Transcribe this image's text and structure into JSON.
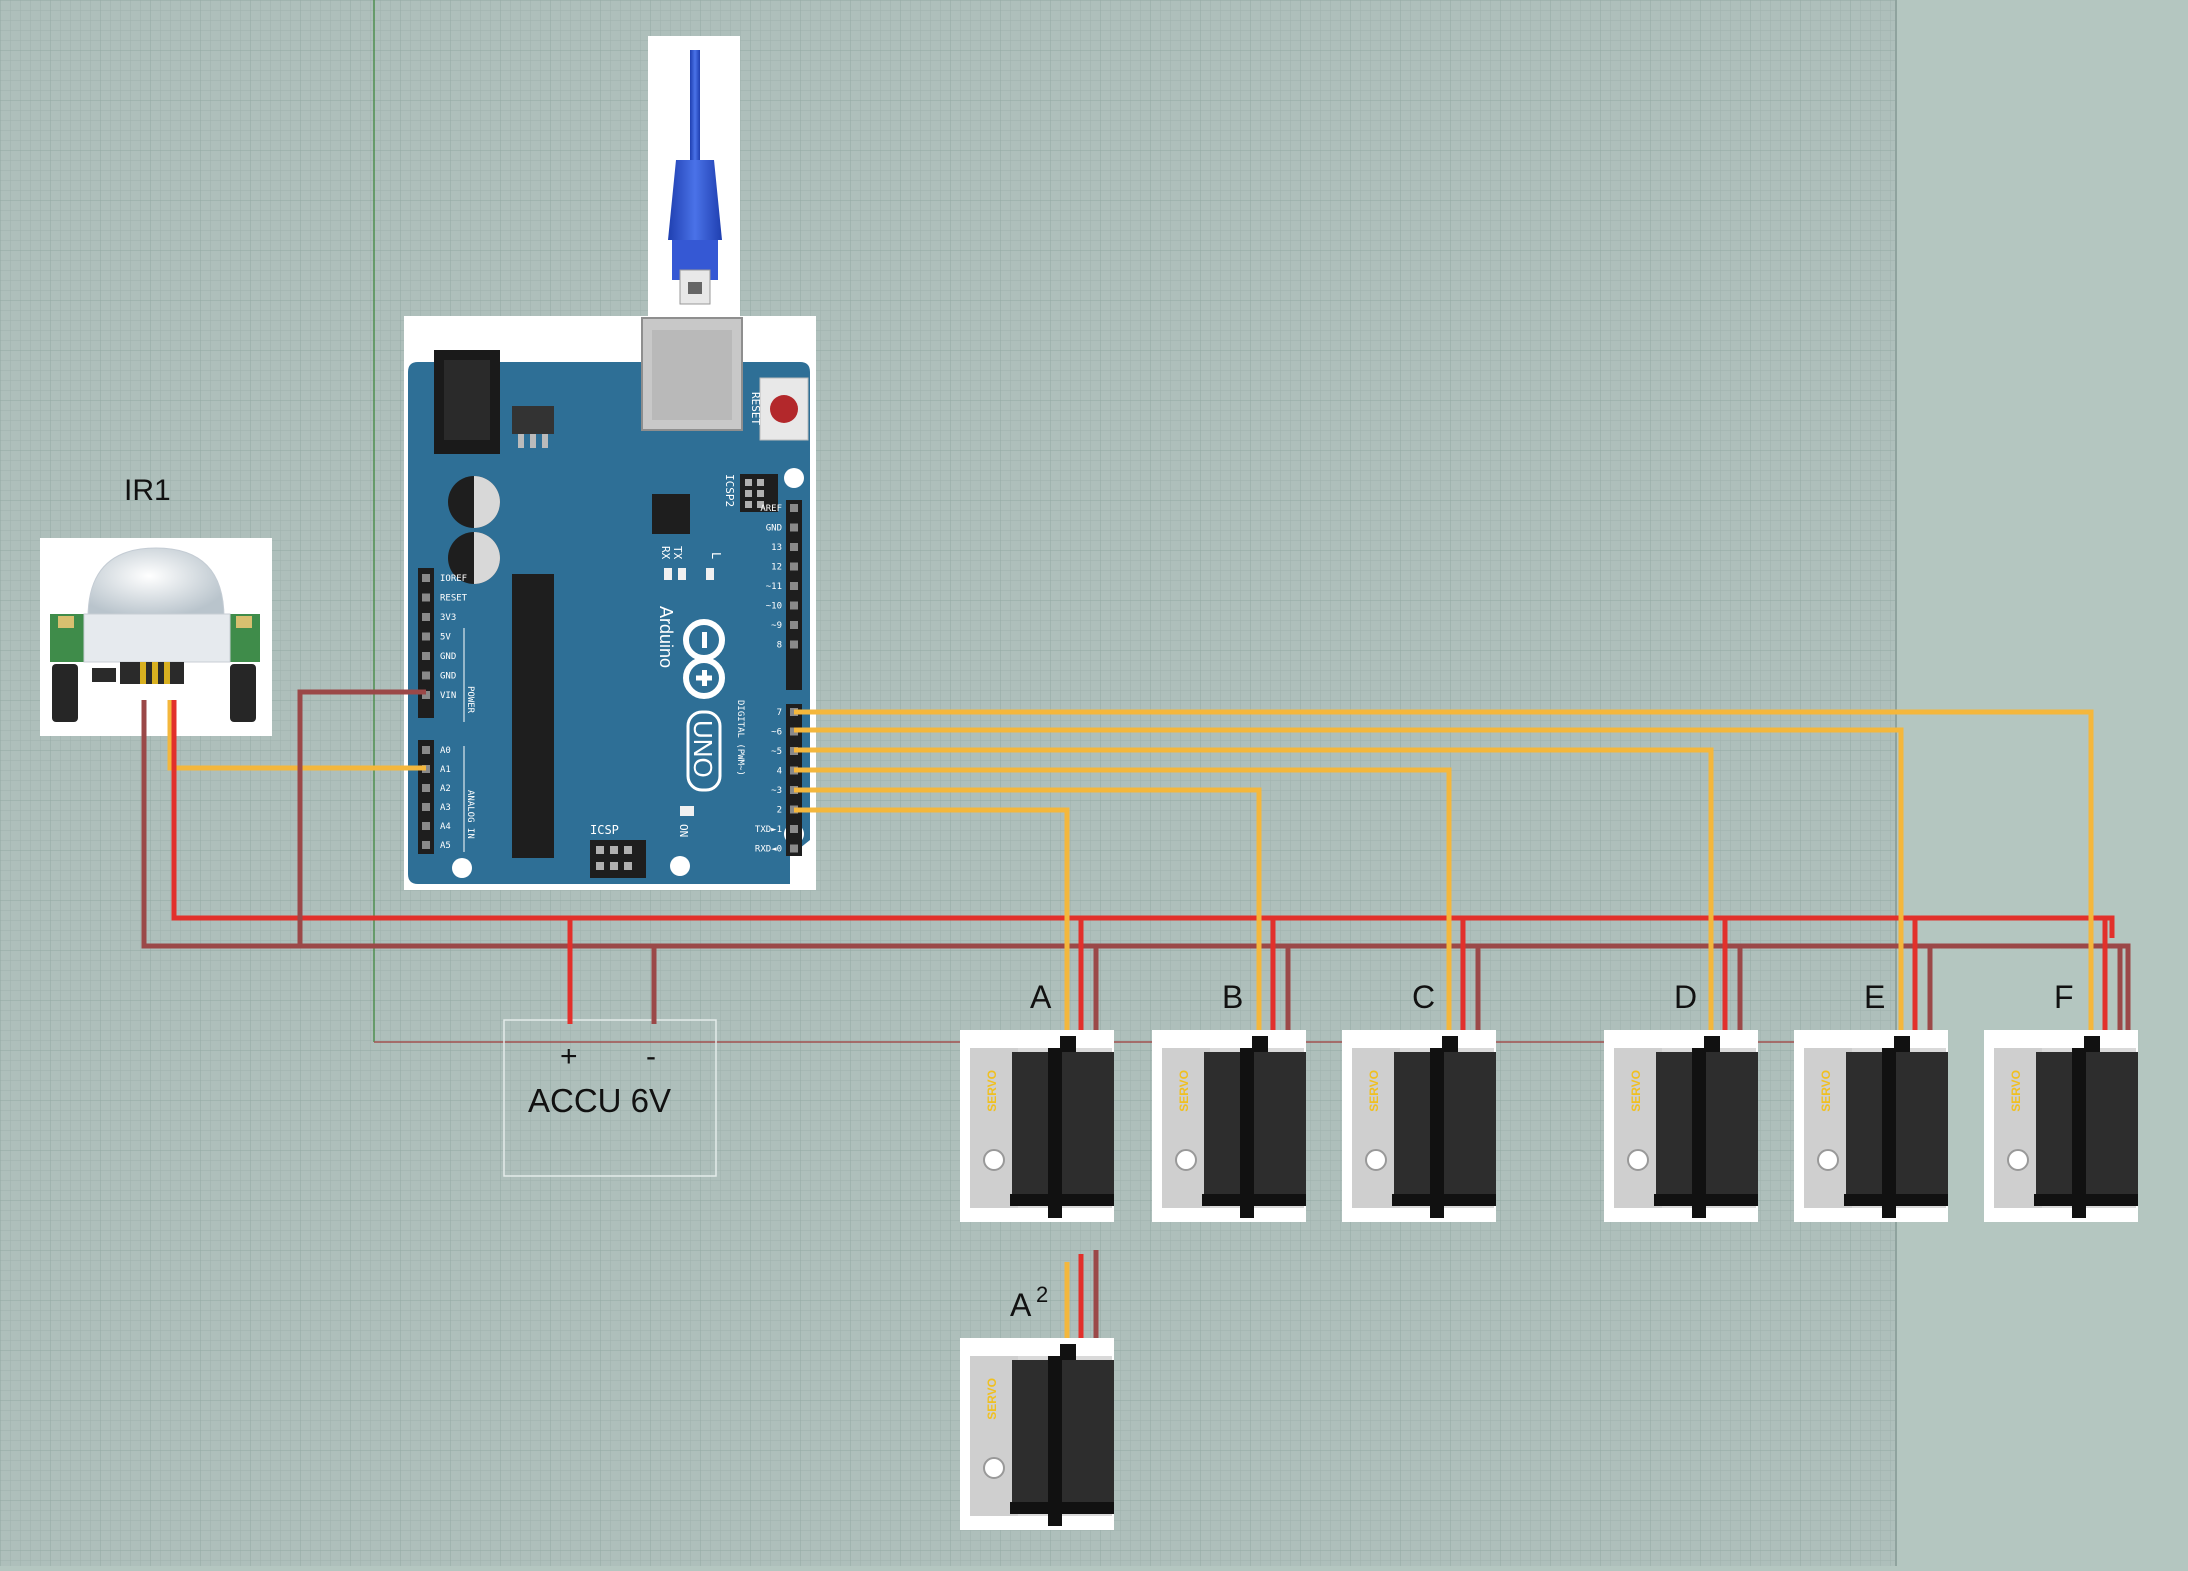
{
  "colors": {
    "canvas": "#aebfbb",
    "offcanvas": "#b4c6c0",
    "grid": "#9bb0ab",
    "board": "#2e6f96",
    "signal": "#f4b73c",
    "vcc": "#e2302b",
    "gnd": "#9b4848",
    "servo_body": "#2d2d2d",
    "servo_text": "#f0c020"
  },
  "sensor": {
    "label": "IR1"
  },
  "battery": {
    "plus": "+",
    "minus": "-",
    "label": "ACCU 6V"
  },
  "arduino": {
    "brand": "Arduino",
    "model": "UNO",
    "reset": "RESET",
    "icsp2": "ICSP2",
    "icsp": "ICSP",
    "tx": "TX",
    "rx": "RX",
    "l": "L",
    "on": "ON",
    "power": "POWER",
    "analog": "ANALOG IN",
    "digital": "DIGITAL (PWM~)",
    "power_pins": [
      "IOREF",
      "RESET",
      "3V3",
      "5V",
      "GND",
      "GND",
      "VIN"
    ],
    "analog_pins": [
      "A0",
      "A1",
      "A2",
      "A3",
      "A4",
      "A5"
    ],
    "digital_top_pins": [
      "AREF",
      "GND",
      "13",
      "12",
      "~11",
      "~10",
      "~9",
      "8"
    ],
    "digital_bottom_pins": [
      "7",
      "~6",
      "~5",
      "4",
      "~3",
      "2",
      "TXD►1",
      "RXD◄0"
    ]
  },
  "servos": [
    {
      "label": "A",
      "pin": "2"
    },
    {
      "label": "B",
      "pin": "~3"
    },
    {
      "label": "C",
      "pin": "4"
    },
    {
      "label": "D",
      "pin": "~5"
    },
    {
      "label": "E",
      "pin": "~6"
    },
    {
      "label": "F",
      "pin": "7"
    },
    {
      "label": "A",
      "sup": "2"
    }
  ],
  "servo_text": "SERVO"
}
